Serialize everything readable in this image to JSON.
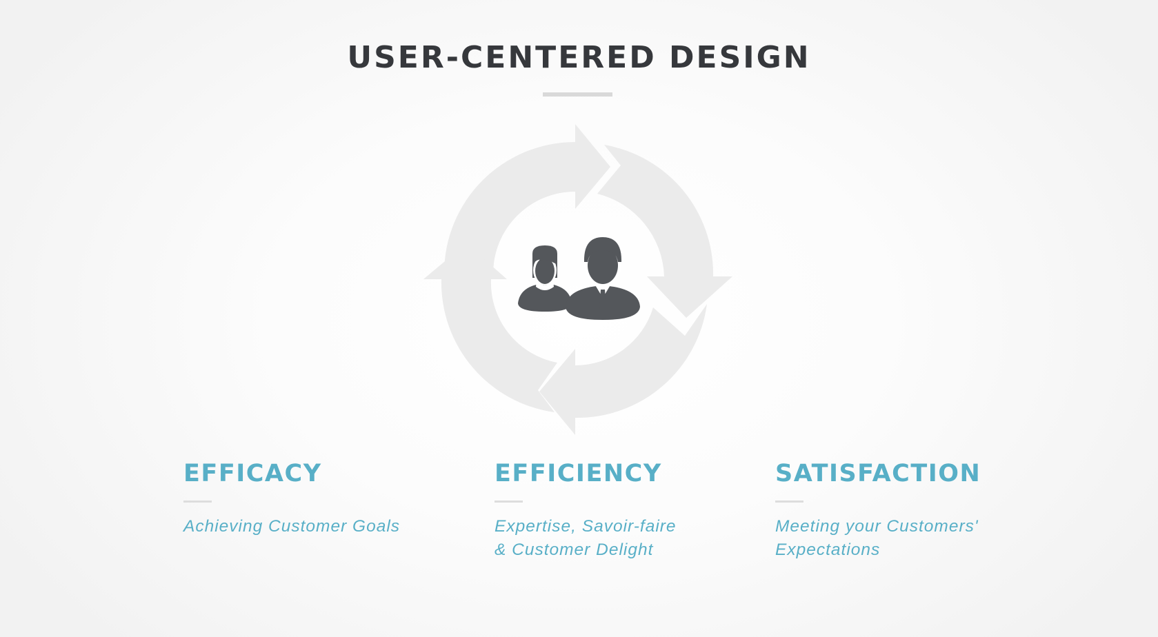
{
  "title": "USER-CENTERED DESIGN",
  "colors": {
    "title": "#36383c",
    "accent": "#58afc7",
    "arrows": "#ebebeb",
    "people": "#54575b",
    "rule": "#d9d9d9"
  },
  "diagram": {
    "center_icon": "users-icon",
    "arrow_icon": "circular-arrow-icon",
    "arrow_count": 4
  },
  "columns": [
    {
      "heading": "EFFICACY",
      "lines": [
        "Achieving Customer Goals"
      ]
    },
    {
      "heading": "EFFICIENCY",
      "lines": [
        "Expertise, Savoir-faire",
        "& Customer Delight"
      ]
    },
    {
      "heading": "SATISFACTION",
      "lines": [
        "Meeting your Customers'",
        "Expectations"
      ]
    }
  ]
}
